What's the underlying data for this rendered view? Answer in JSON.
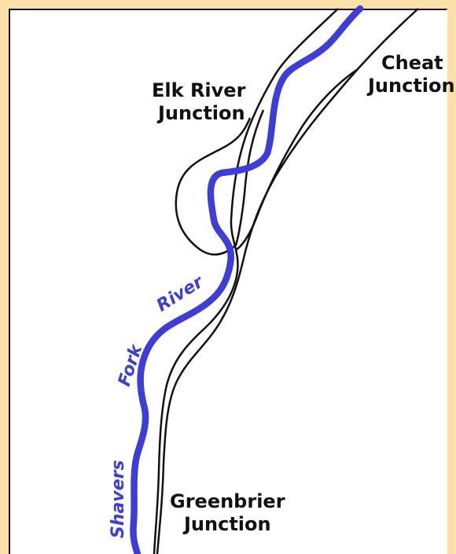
{
  "junctions": {
    "elk_river": {
      "line1": "Elk River",
      "line2": "Junction"
    },
    "cheat": {
      "line1": "Cheat",
      "line2": "Junction"
    },
    "greenbrier": {
      "line1": "Greenbrier",
      "line2": "Junction"
    }
  },
  "river": {
    "word1": "River",
    "word2": "Fork",
    "word3": "Shavers",
    "color": "#3d3dd8"
  },
  "colors": {
    "background": "#fbe0a8",
    "map": "#ffffff",
    "rail": "#111111"
  }
}
